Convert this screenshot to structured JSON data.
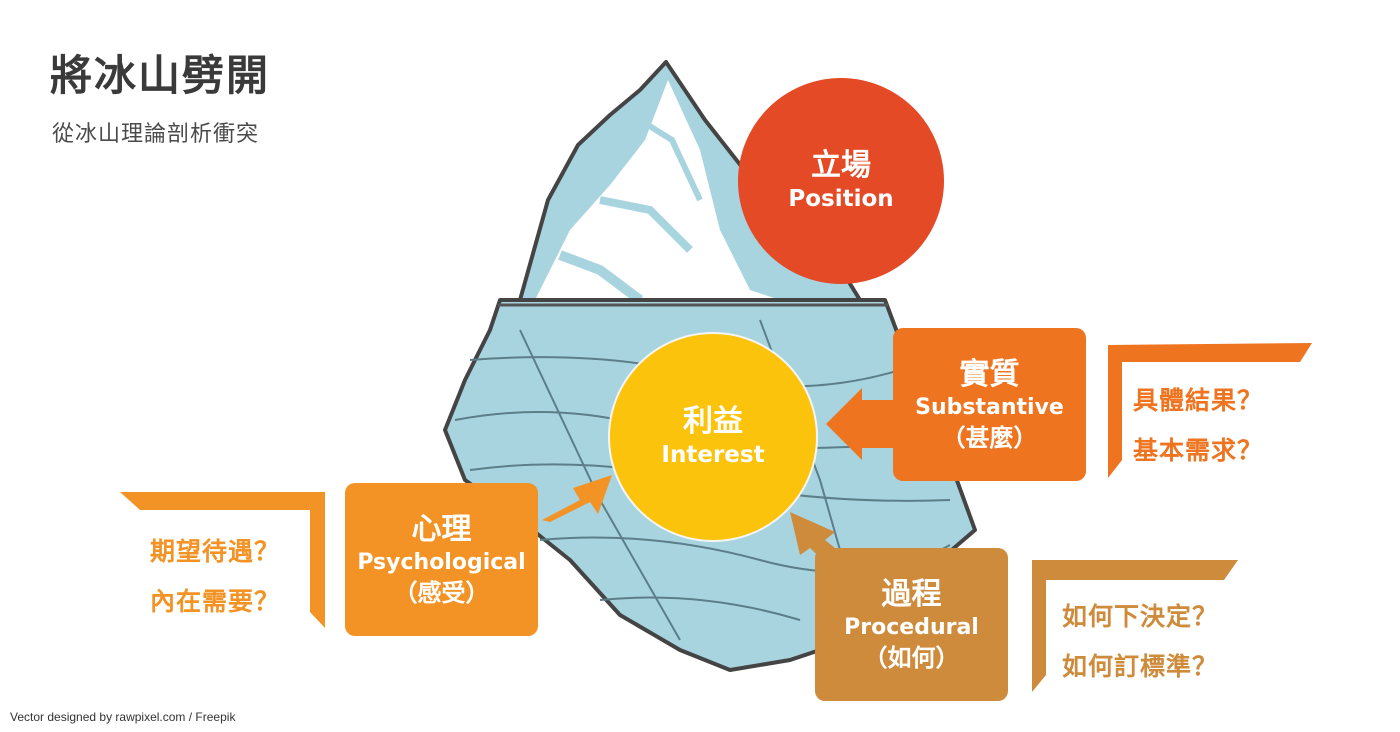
{
  "header": {
    "title": "將冰山劈開",
    "subtitle": "從冰山理論剖析衝突"
  },
  "position": {
    "zh": "立場",
    "en": "Position",
    "color": "#e34a25"
  },
  "interest": {
    "zh": "利益",
    "en": "Interest",
    "color": "#fcc30c"
  },
  "substantive": {
    "zh": "實質",
    "en": "Substantive",
    "sub": "（甚麼）",
    "color": "#ee7420",
    "questions": [
      "具體結果？",
      "基本需求？"
    ]
  },
  "psychological": {
    "zh": "心理",
    "en": "Psychological",
    "sub": "（感受）",
    "color": "#f39325",
    "questions": [
      "期望待遇？",
      "內在需要？"
    ]
  },
  "procedural": {
    "zh": "過程",
    "en": "Procedural",
    "sub": "（如何）",
    "color": "#cf8b3c",
    "questions": [
      "如何下決定？",
      "如何訂標準？"
    ]
  },
  "footer": {
    "credit": "Vector designed by rawpixel.com / Freepik"
  }
}
